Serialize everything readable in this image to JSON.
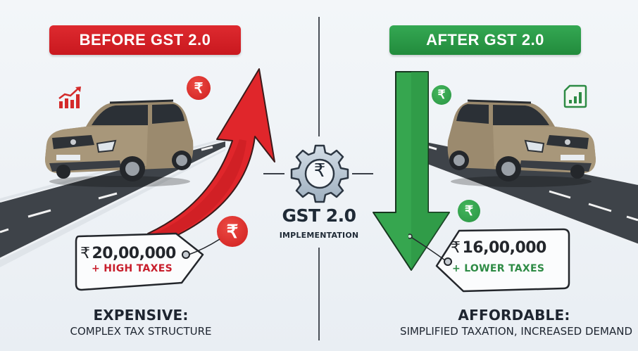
{
  "before": {
    "banner_label": "BEFORE GST 2.0",
    "banner_color": "#d42027",
    "price_symbol": "₹",
    "price": "20,00,000",
    "tax_note": "+ HIGH TAXES",
    "caption_title": "EXPENSIVE:",
    "caption_subtitle": "COMPLEX TAX STRUCTURE",
    "arrow_direction": "up",
    "arrow_color": "#e0262b",
    "icons": [
      "chart-trending-up-icon",
      "rupee-coin-icon",
      "rupee-coin-icon"
    ]
  },
  "after": {
    "banner_label": "AFTER GST 2.0",
    "banner_color": "#2e9a47",
    "price_symbol": "₹",
    "price": "16,00,000",
    "tax_note": "+ LOWER TAXES",
    "caption_title": "AFFORDABLE:",
    "caption_subtitle": "SIMPLIFIED TAXATION, INCREASED DEMAND",
    "arrow_direction": "down",
    "arrow_color": "#33a34c",
    "icons": [
      "rupee-coin-icon",
      "bar-chart-document-icon",
      "rupee-coin-icon"
    ]
  },
  "center": {
    "title": "GST 2.0",
    "subtitle": "IMPLEMENTATION",
    "icon": "rupee-gear-icon",
    "coin_symbol": "₹"
  },
  "coin_symbol": "₹"
}
